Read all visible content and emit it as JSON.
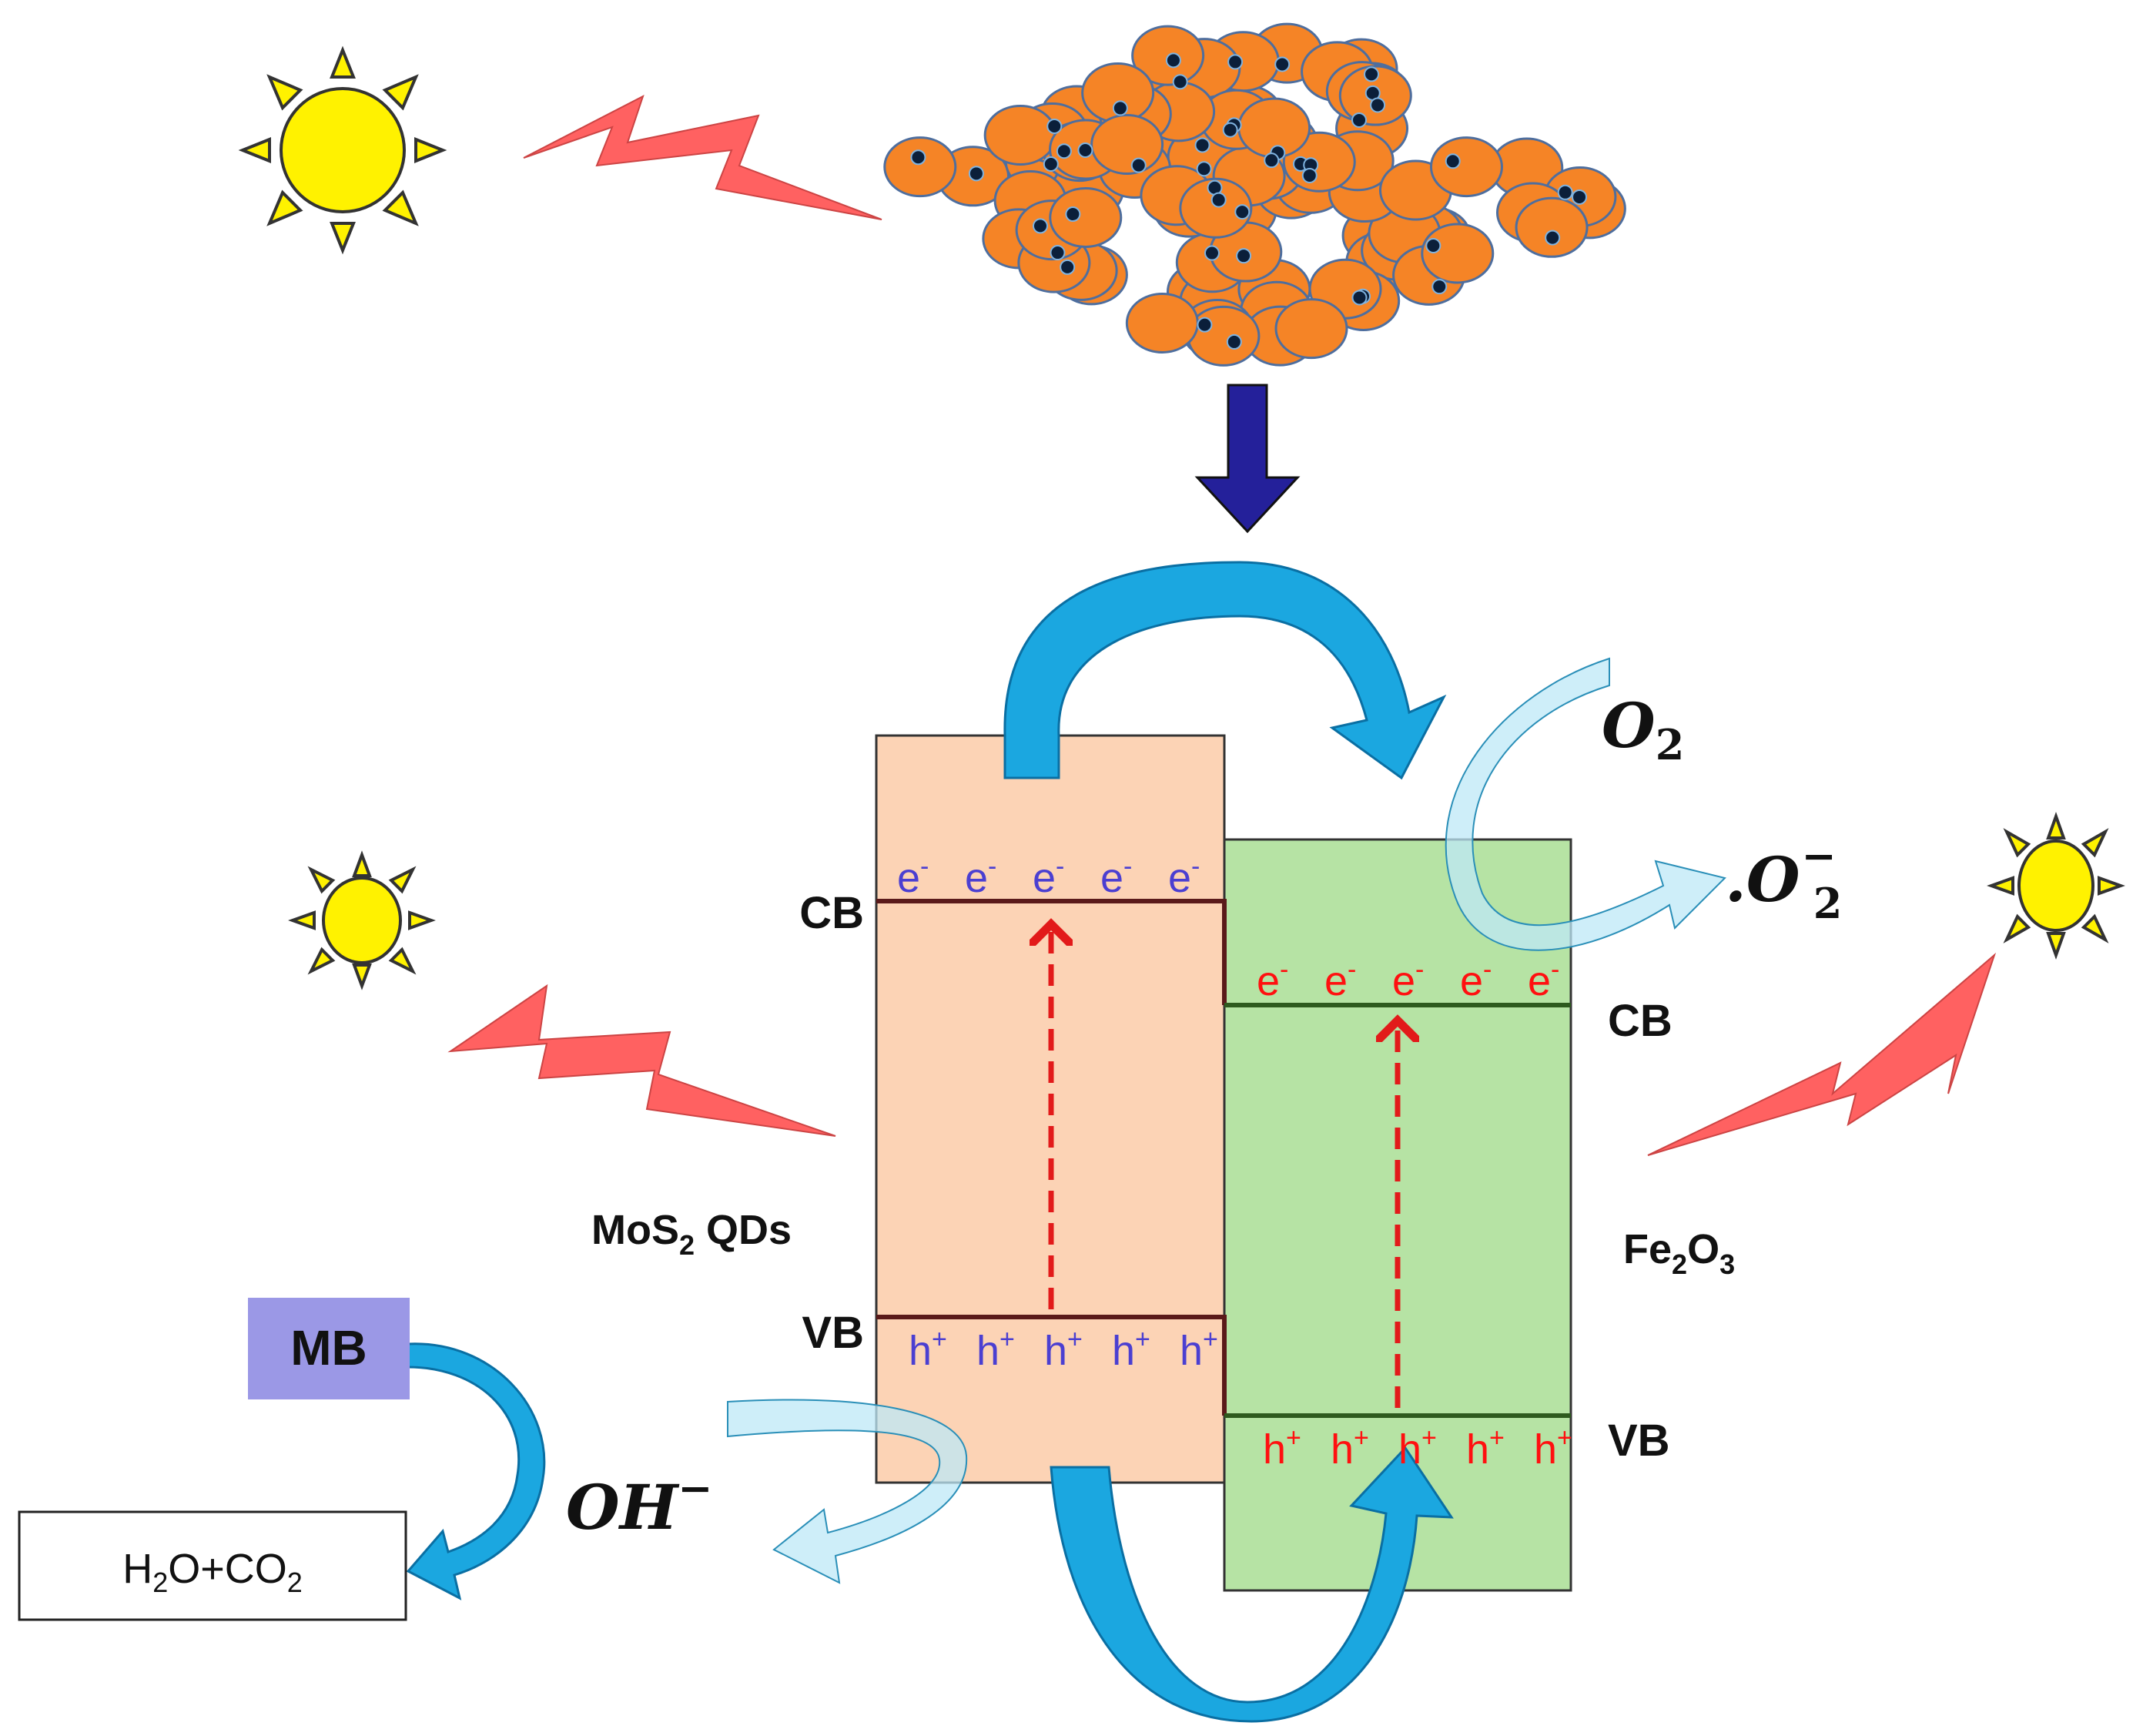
{
  "colors": {
    "mos2_box": "#FCD3B5",
    "fe2o3_box": "#B6E3A4",
    "band_line": "#5A1A1A",
    "fe_band_line": "#2E5A1E",
    "particle": "#F58426",
    "particle_edge": "#4E6E9E",
    "dot": "#0B1F3A",
    "sun": "#FFF200",
    "bolt": "#FF6161",
    "arrow_dark_blue": "#24209A",
    "curved_blue": "#1BA7E0",
    "light_blue": "#BDE8F7",
    "mb_box": "#9B98E6",
    "electron_mos2": "#4B3FD1",
    "electron_fe2o3": "#FF1010"
  },
  "icons": [
    "sun-icon",
    "lightning-bolt-icon",
    "down-arrow-icon"
  ],
  "mos2": {
    "cb_label": "CB",
    "vb_label": "VB",
    "name_main": "MoS",
    "name_sub": "2",
    "name_tail": " QDs",
    "electrons": [
      "e",
      "e",
      "e",
      "e",
      "e"
    ],
    "electron_sup": "-",
    "holes": [
      "h",
      "h",
      "h",
      "h",
      "h"
    ],
    "hole_sup": "+"
  },
  "fe2o3": {
    "cb_label": "CB",
    "vb_label": "VB",
    "name_a": "Fe",
    "name_a_sub": "2",
    "name_b": "O",
    "name_b_sub": "3",
    "electrons": [
      "e",
      "e",
      "e",
      "e",
      "e"
    ],
    "electron_sup": "-",
    "holes": [
      "h",
      "h",
      "h",
      "h",
      "h"
    ],
    "hole_sup": "+"
  },
  "species": {
    "o2_main": "O",
    "o2_sub": "2",
    "superoxide_prefix": ".",
    "superoxide_main": "O",
    "superoxide_sub": "2",
    "superoxide_sup": "−",
    "oh_main": "OH",
    "oh_sup": "−"
  },
  "mb": {
    "label": "MB",
    "product_a": "H",
    "product_a_sub": "2",
    "product_b": "O+CO",
    "product_b_sub": "2"
  }
}
